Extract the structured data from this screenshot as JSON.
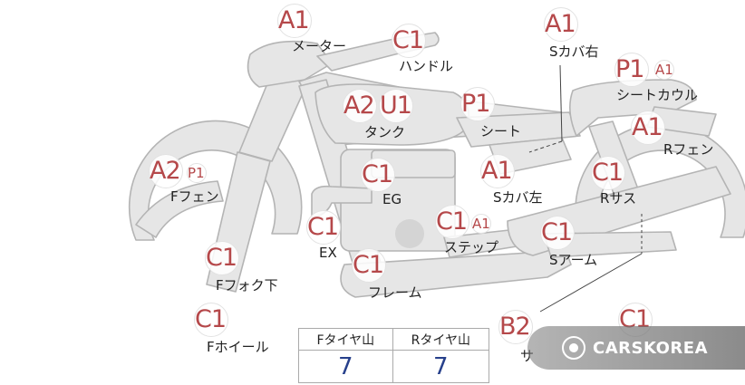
{
  "parts": {
    "meter": {
      "label": "メーター",
      "grade": "A1"
    },
    "handle": {
      "label": "ハンドル",
      "grade": "C1"
    },
    "s_cover_r": {
      "label": "Sカバ右",
      "grade": "A1"
    },
    "seat_cowl": {
      "label": "シートカウル",
      "grade": "P1",
      "sub": "A1"
    },
    "tank": {
      "label": "タンク",
      "grade": "A2",
      "grade2": "U1"
    },
    "seat": {
      "label": "シート",
      "grade": "P1"
    },
    "r_fender": {
      "label": "Rフェン",
      "grade": "A1"
    },
    "f_fender": {
      "label": "Fフェン",
      "grade": "A2",
      "sub": "P1"
    },
    "eg": {
      "label": "EG",
      "grade": "C1"
    },
    "s_cover_l": {
      "label": "Sカバ左",
      "grade": "A1"
    },
    "r_sus": {
      "label": "Rサス",
      "grade": "C1"
    },
    "ex": {
      "label": "EX",
      "grade": "C1"
    },
    "step": {
      "label": "ステップ",
      "grade": "C1",
      "sub": "A1"
    },
    "s_arm": {
      "label": "Sアーム",
      "grade": "C1"
    },
    "f_fork": {
      "label": "Fフォク下",
      "grade": "C1"
    },
    "frame": {
      "label": "フレーム",
      "grade": "C1"
    },
    "f_wheel": {
      "label": "Fホイール",
      "grade": "C1"
    },
    "side_stand": {
      "label": "サ",
      "grade": "B2"
    },
    "r_wheel": {
      "grade": "C1"
    }
  },
  "tread": {
    "front_label": "Fタイヤ山",
    "rear_label": "Rタイヤ山",
    "front_value": "7",
    "rear_value": "7"
  },
  "watermark": {
    "brand": "CARSKOREA"
  },
  "colors": {
    "grade": "#b5484a",
    "tread_value": "#27408b",
    "bike_fill": "#e6e6e6",
    "bike_stroke": "#b4b4b4"
  }
}
